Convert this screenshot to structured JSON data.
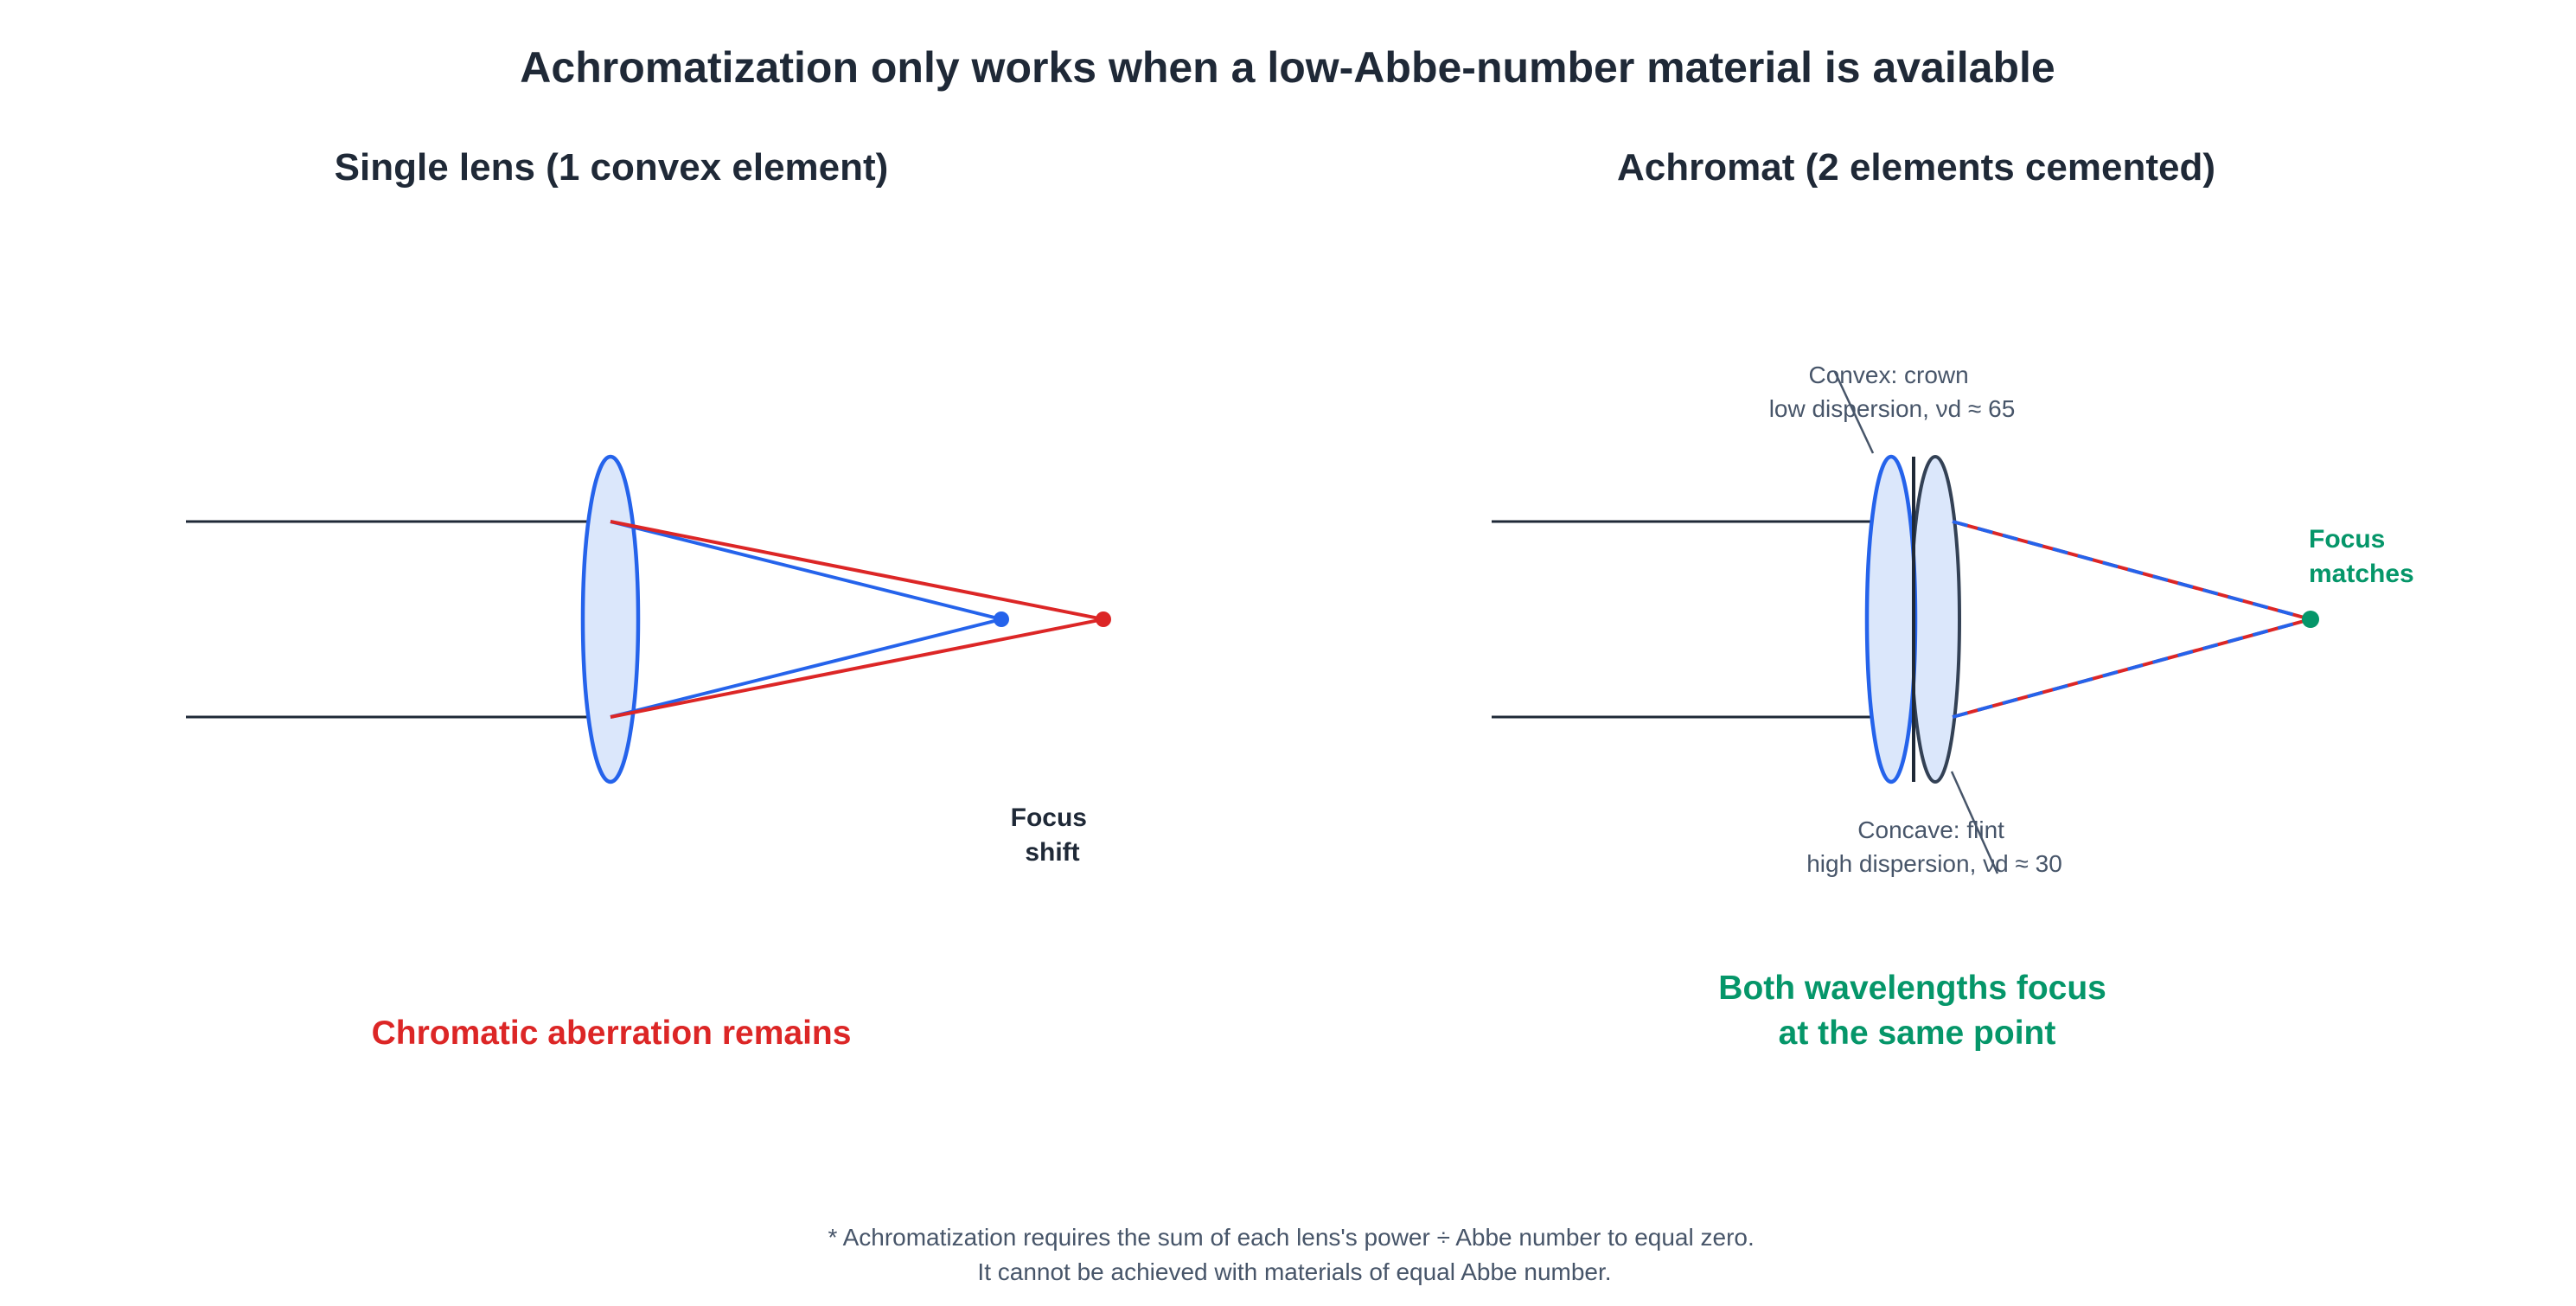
{
  "title": "Achromatization only works when a low-Abbe-number material is available",
  "left": {
    "heading": "Single lens (1 convex element)",
    "focus_label_line1": "Focus",
    "focus_label_line2": "shift",
    "conclusion": "Chromatic aberration remains"
  },
  "right": {
    "heading": "Achromat (2 elements cemented)",
    "convex_line1": "Convex: crown",
    "convex_line2": "low dispersion, νd ≈ 65",
    "concave_line1": "Concave: flint",
    "concave_line2": "high dispersion, νd ≈ 30",
    "focus_label_line1": "Focus",
    "focus_label_line2": "matches",
    "conclusion_line1": "Both wavelengths focus",
    "conclusion_line2": "at the same point"
  },
  "footnote_line1": "* Achromatization requires the sum of each lens's power ÷ Abbe number to equal zero.",
  "footnote_line2": "It cannot be achieved with materials of equal Abbe number.",
  "colors": {
    "blue": "#2563eb",
    "red": "#dc2626",
    "green": "#059669",
    "dark": "#1f2937",
    "lens_fill": "#dbe7fb",
    "flint_stroke": "#334155"
  }
}
